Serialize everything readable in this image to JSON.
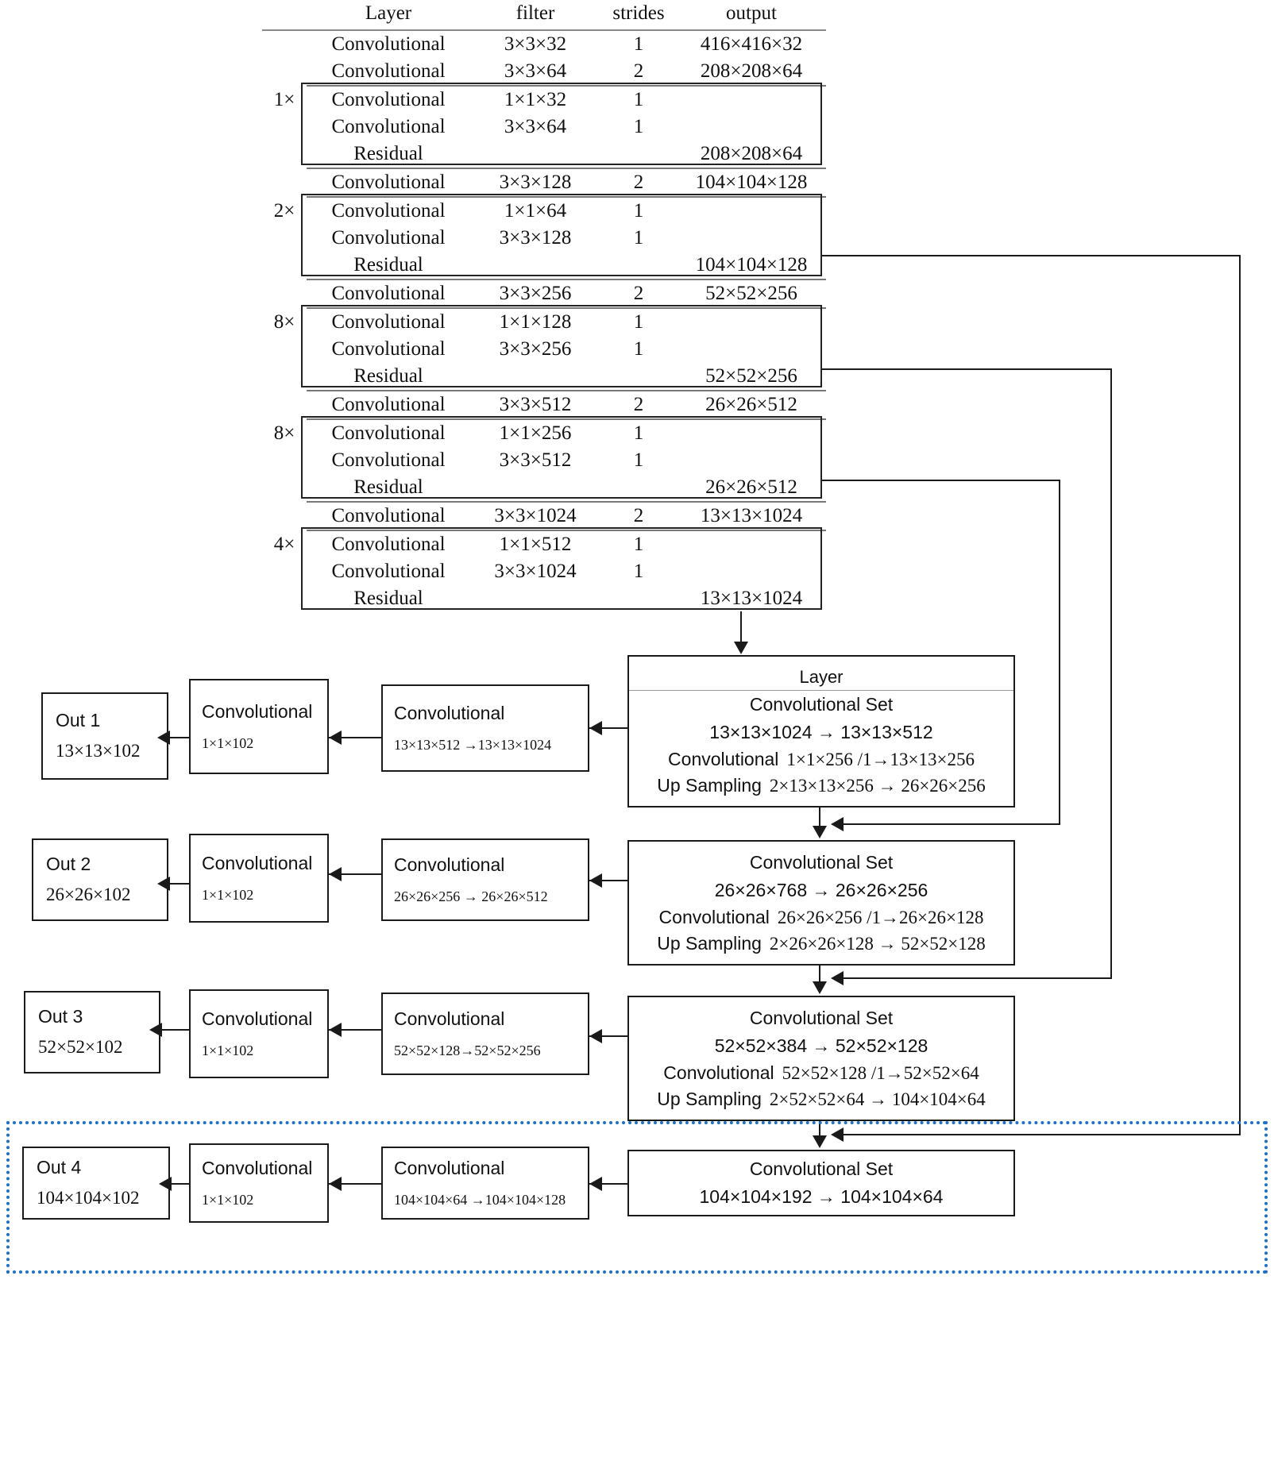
{
  "backbone_table": {
    "headers": [
      "Layer",
      "filter",
      "strides",
      "output"
    ],
    "rows": [
      {
        "mult": "",
        "layer": "Convolutional",
        "filter": "3×3×32",
        "strides": "1",
        "output": "416×416×32"
      },
      {
        "mult": "",
        "layer": "Convolutional",
        "filter": "3×3×64",
        "strides": "2",
        "output": "208×208×64"
      },
      {
        "mult": "1×",
        "layer": "Convolutional",
        "filter": "1×1×32",
        "strides": "1",
        "output": ""
      },
      {
        "mult": "",
        "layer": "Convolutional",
        "filter": "3×3×64",
        "strides": "1",
        "output": ""
      },
      {
        "mult": "",
        "layer": "Residual",
        "filter": "",
        "strides": "",
        "output": "208×208×64"
      },
      {
        "mult": "",
        "layer": "Convolutional",
        "filter": "3×3×128",
        "strides": "2",
        "output": "104×104×128"
      },
      {
        "mult": "2×",
        "layer": "Convolutional",
        "filter": "1×1×64",
        "strides": "1",
        "output": ""
      },
      {
        "mult": "",
        "layer": "Convolutional",
        "filter": "3×3×128",
        "strides": "1",
        "output": ""
      },
      {
        "mult": "",
        "layer": "Residual",
        "filter": "",
        "strides": "",
        "output": "104×104×128"
      },
      {
        "mult": "",
        "layer": "Convolutional",
        "filter": "3×3×256",
        "strides": "2",
        "output": "52×52×256"
      },
      {
        "mult": "8×",
        "layer": "Convolutional",
        "filter": "1×1×128",
        "strides": "1",
        "output": ""
      },
      {
        "mult": "",
        "layer": "Convolutional",
        "filter": "3×3×256",
        "strides": "1",
        "output": ""
      },
      {
        "mult": "",
        "layer": "Residual",
        "filter": "",
        "strides": "",
        "output": "52×52×256"
      },
      {
        "mult": "",
        "layer": "Convolutional",
        "filter": "3×3×512",
        "strides": "2",
        "output": "26×26×512"
      },
      {
        "mult": "8×",
        "layer": "Convolutional",
        "filter": "1×1×256",
        "strides": "1",
        "output": ""
      },
      {
        "mult": "",
        "layer": "Convolutional",
        "filter": "3×3×512",
        "strides": "1",
        "output": ""
      },
      {
        "mult": "",
        "layer": "Residual",
        "filter": "",
        "strides": "",
        "output": "26×26×512"
      },
      {
        "mult": "",
        "layer": "Convolutional",
        "filter": "3×3×1024",
        "strides": "2",
        "output": "13×13×1024"
      },
      {
        "mult": "4×",
        "layer": "Convolutional",
        "filter": "1×1×512",
        "strides": "1",
        "output": ""
      },
      {
        "mult": "",
        "layer": "Convolutional",
        "filter": "3×3×1024",
        "strides": "1",
        "output": ""
      },
      {
        "mult": "",
        "layer": "Residual",
        "filter": "",
        "strides": "",
        "output": "13×13×1024"
      }
    ]
  },
  "branches": [
    {
      "id": "branch-1",
      "set": {
        "header": "Layer",
        "title": "Convolutional Set",
        "shape": "13×13×1024 → 13×13×512",
        "conv_label": "Convolutional",
        "conv_shape": "1×1×256  /1→13×13×256",
        "upsample_label": "Up Sampling",
        "upsample_shape": "2×13×13×256 → 26×26×256"
      },
      "conv_big": {
        "title": "Convolutional",
        "shape": "13×13×512 →13×13×1024"
      },
      "conv_small": {
        "title": "Convolutional",
        "shape": "1×1×102"
      },
      "out": {
        "title": "Out 1",
        "shape": "13×13×102"
      }
    },
    {
      "id": "branch-2",
      "set": {
        "header": "",
        "title": "Convolutional Set",
        "shape": "26×26×768 → 26×26×256",
        "conv_label": "Convolutional",
        "conv_shape": "26×26×256  /1→26×26×128",
        "upsample_label": "Up Sampling",
        "upsample_shape": "2×26×26×128 → 52×52×128"
      },
      "conv_big": {
        "title": "Convolutional",
        "shape": "26×26×256 → 26×26×512"
      },
      "conv_small": {
        "title": "Convolutional",
        "shape": "1×1×102"
      },
      "out": {
        "title": "Out 2",
        "shape": "26×26×102"
      }
    },
    {
      "id": "branch-3",
      "set": {
        "header": "",
        "title": "Convolutional Set",
        "shape": "52×52×384 → 52×52×128",
        "conv_label": "Convolutional",
        "conv_shape": "52×52×128  /1→52×52×64",
        "upsample_label": "Up Sampling",
        "upsample_shape": "2×52×52×64 → 104×104×64"
      },
      "conv_big": {
        "title": "Convolutional",
        "shape": "52×52×128→52×52×256"
      },
      "conv_small": {
        "title": "Convolutional",
        "shape": "1×1×102"
      },
      "out": {
        "title": "Out 3",
        "shape": "52×52×102"
      }
    },
    {
      "id": "branch-4",
      "set": {
        "header": "",
        "title": "Convolutional Set",
        "shape": "104×104×192 → 104×104×64",
        "conv_label": "",
        "conv_shape": "",
        "upsample_label": "",
        "upsample_shape": ""
      },
      "conv_big": {
        "title": "Convolutional",
        "shape": "104×104×64 →104×104×128"
      },
      "conv_small": {
        "title": "Convolutional",
        "shape": "1×1×102"
      },
      "out": {
        "title": "Out 4",
        "shape": "104×104×102"
      }
    }
  ],
  "colors": {
    "highlight_dotted": "#1f6fc4",
    "line": "#1a1a1a",
    "rule": "#888888"
  }
}
